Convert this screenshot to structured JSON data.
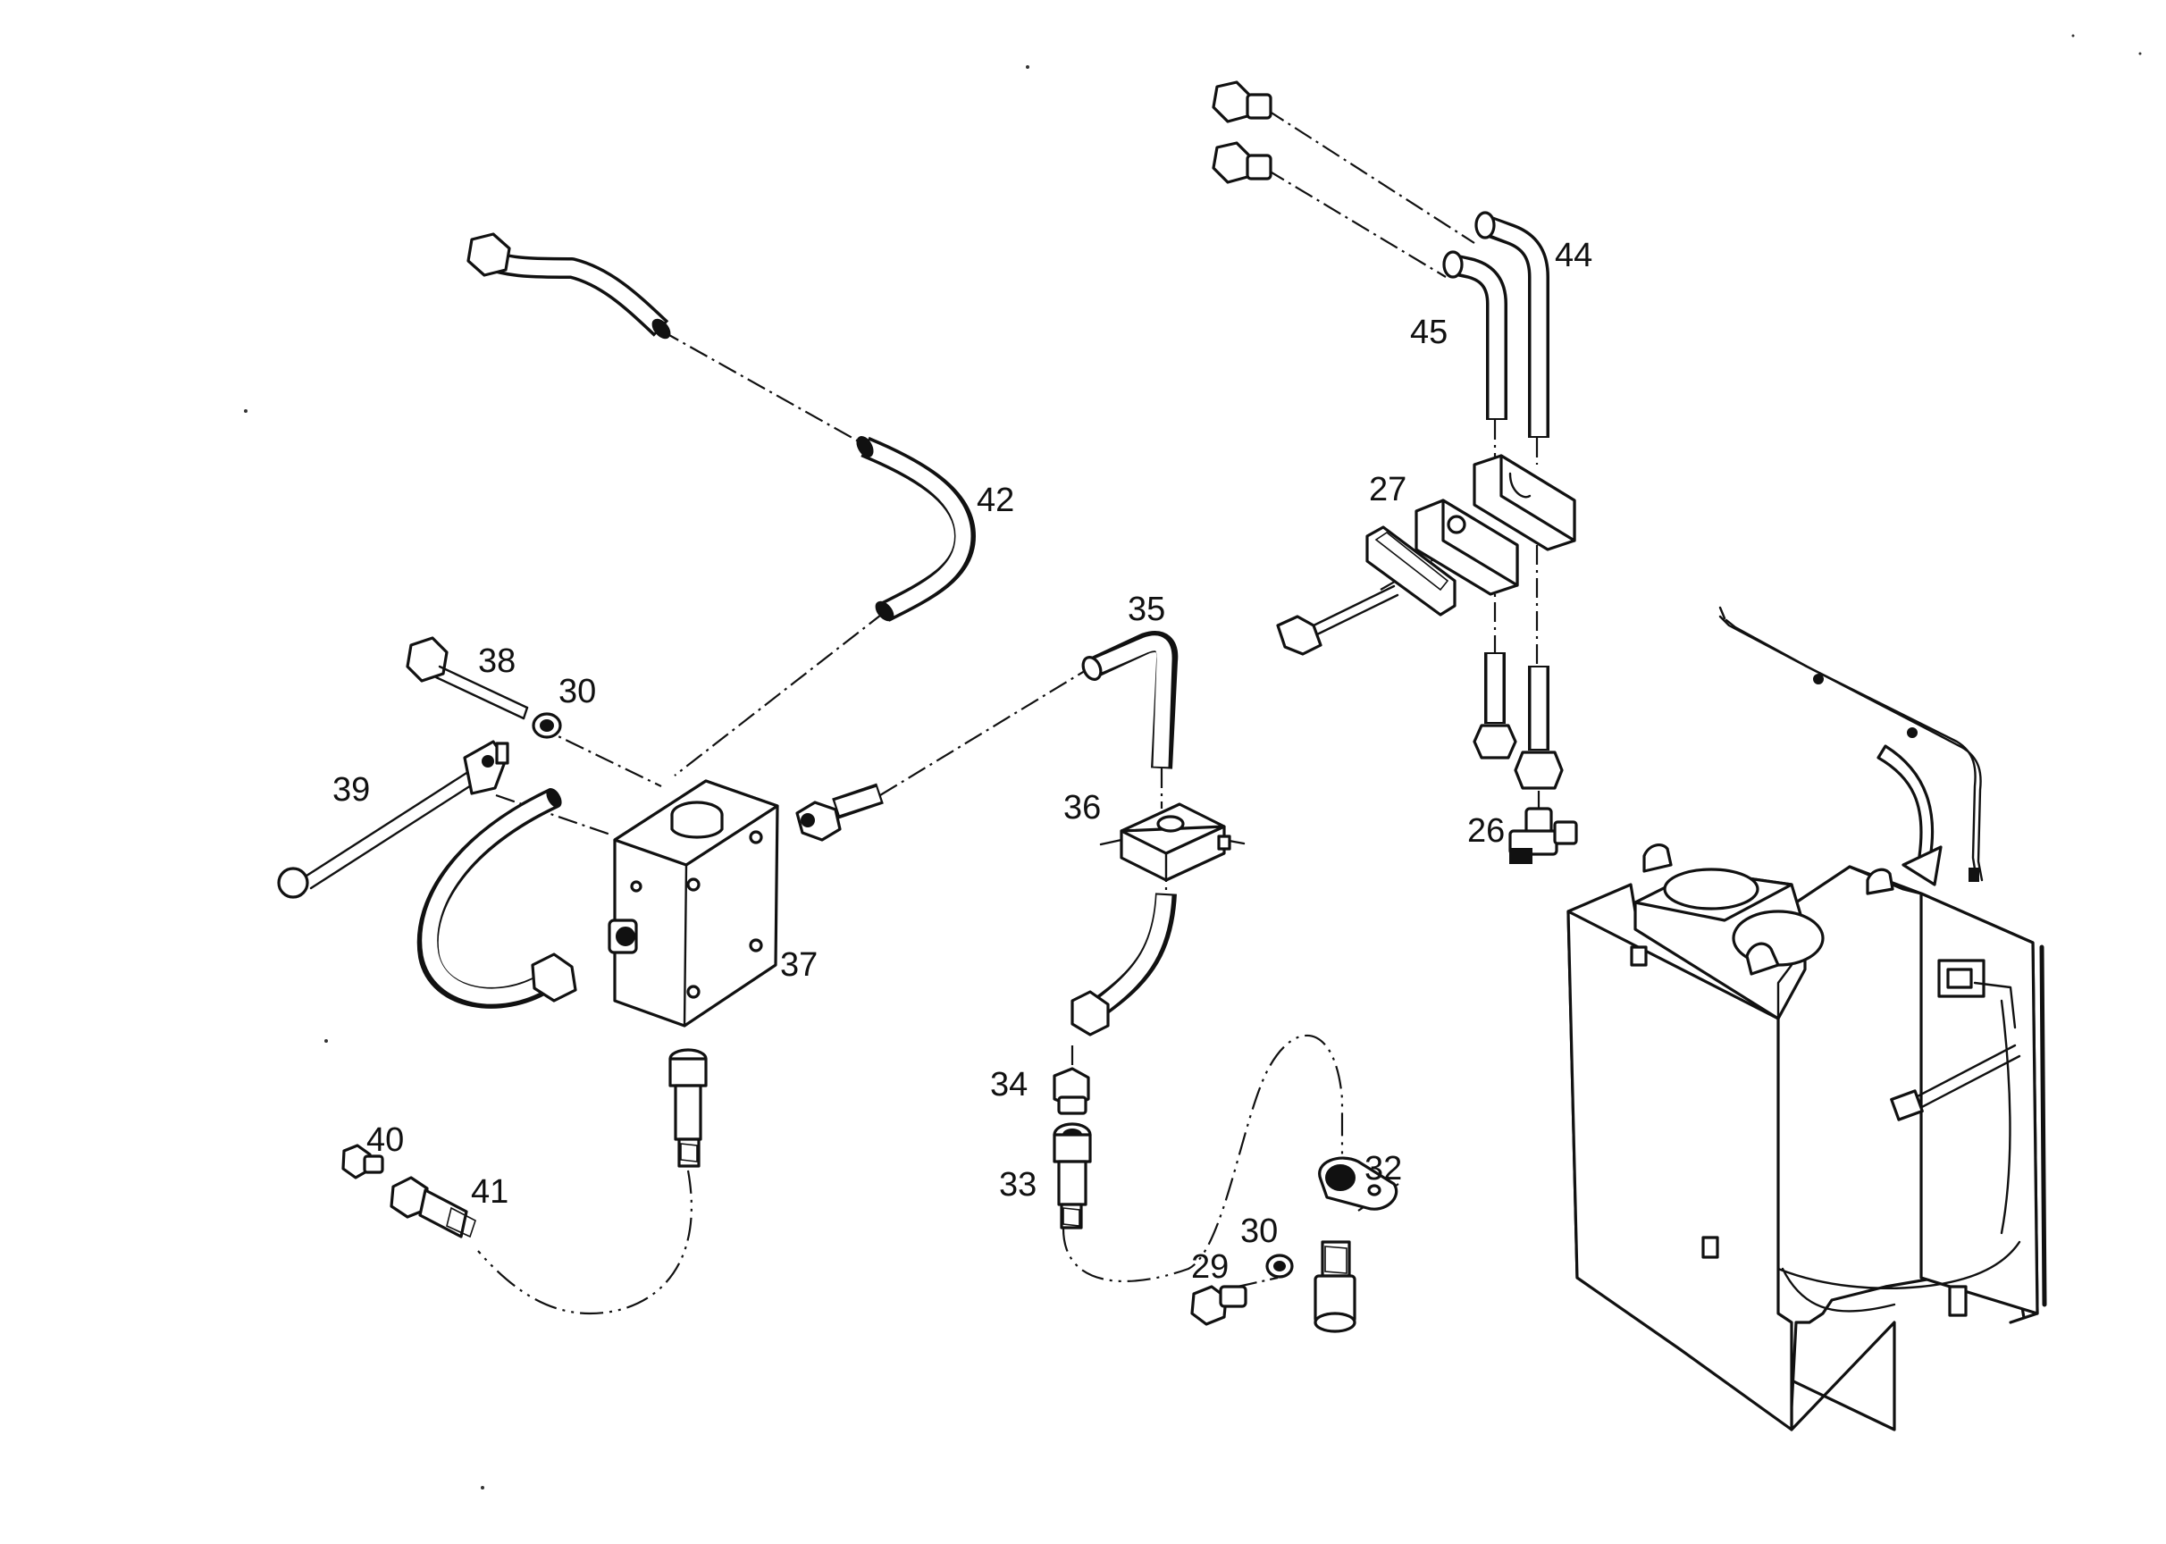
{
  "diagram": {
    "callouts": [
      {
        "id": "c44",
        "text": "44"
      },
      {
        "id": "c45",
        "text": "45"
      },
      {
        "id": "c42",
        "text": "42"
      },
      {
        "id": "c27",
        "text": "27"
      },
      {
        "id": "c35",
        "text": "35"
      },
      {
        "id": "c38",
        "text": "38"
      },
      {
        "id": "c30a",
        "text": "30"
      },
      {
        "id": "c39",
        "text": "39"
      },
      {
        "id": "c36",
        "text": "36"
      },
      {
        "id": "c26",
        "text": "26"
      },
      {
        "id": "c37",
        "text": "37"
      },
      {
        "id": "c34",
        "text": "34"
      },
      {
        "id": "c40",
        "text": "40"
      },
      {
        "id": "c41",
        "text": "41"
      },
      {
        "id": "c32",
        "text": "32"
      },
      {
        "id": "c33",
        "text": "33"
      },
      {
        "id": "c30b",
        "text": "30"
      },
      {
        "id": "c29",
        "text": "29"
      }
    ]
  }
}
